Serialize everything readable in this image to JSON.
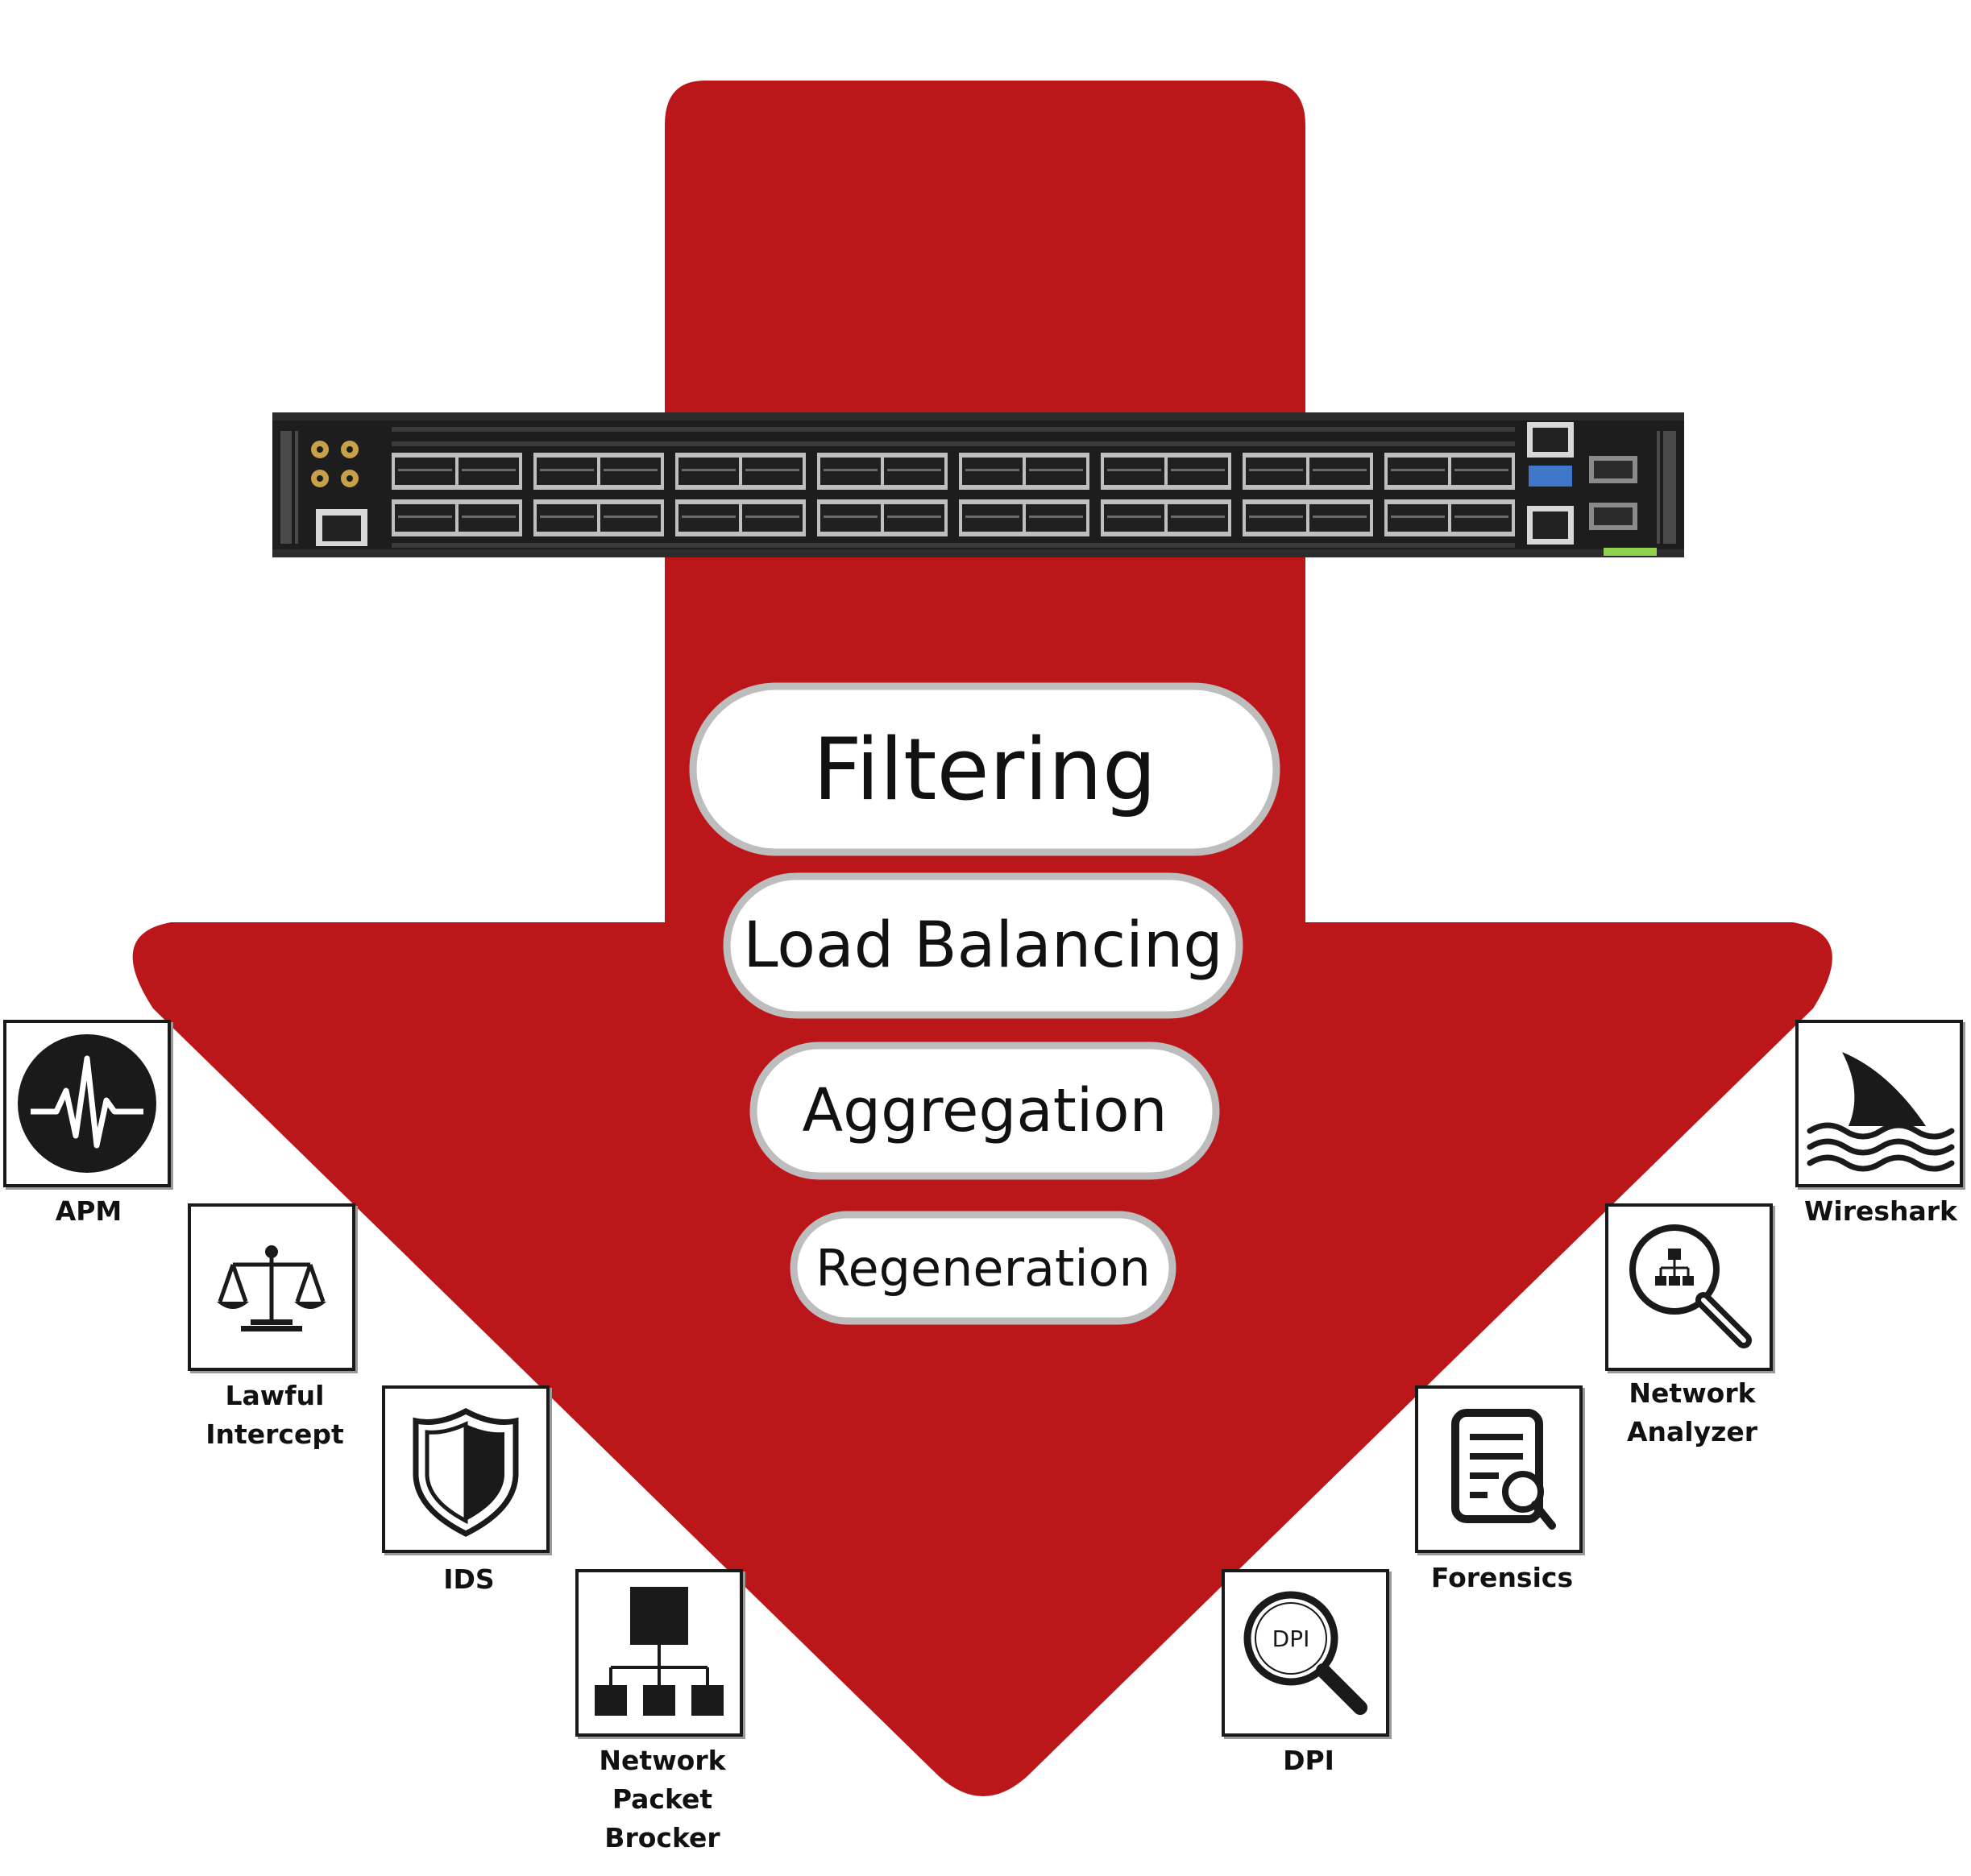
{
  "colors": {
    "arrow": "#bb1619",
    "pill_border": "#bdbdbd",
    "pill_fill": "#ffffff",
    "device_body": "#1d1d1d",
    "icon": "#1a1a1a",
    "status_led": "#8fd14f"
  },
  "device": {
    "icon": "network-switch-icon",
    "port_count": 32
  },
  "functions": [
    {
      "label": "Filtering"
    },
    {
      "label": "Load Balancing"
    },
    {
      "label": "Aggregation"
    },
    {
      "label": "Regeneration"
    }
  ],
  "tools": [
    {
      "label": "APM",
      "icon": "pulse-monitor-icon"
    },
    {
      "label": "Lawful\nIntercept",
      "icon": "scales-icon"
    },
    {
      "label": "IDS",
      "icon": "shield-icon"
    },
    {
      "label": "Network\nPacket\nBrocker",
      "icon": "hierarchy-icon"
    },
    {
      "label": "DPI",
      "icon": "dpi-magnifier-icon",
      "icon_text": "DPI"
    },
    {
      "label": "Forensics",
      "icon": "document-search-icon"
    },
    {
      "label": "Network\nAnalyzer",
      "icon": "network-search-icon"
    },
    {
      "label": "Wireshark",
      "icon": "shark-fin-icon"
    }
  ]
}
